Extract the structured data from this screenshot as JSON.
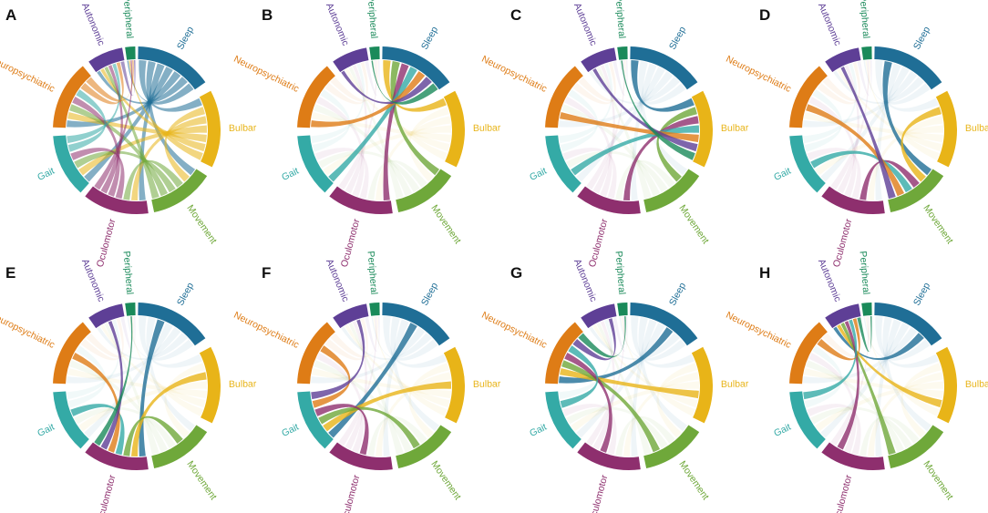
{
  "categories": [
    {
      "id": "sleep",
      "label": "Sleep",
      "color": "#1f6e96"
    },
    {
      "id": "bulbar",
      "label": "Bulbar",
      "color": "#e8b418"
    },
    {
      "id": "movement",
      "label": "Movement",
      "color": "#6fa83a"
    },
    {
      "id": "oculomotor",
      "label": "Oculomotor",
      "color": "#8e2f6e"
    },
    {
      "id": "gait",
      "label": "Gait",
      "color": "#34aaa6"
    },
    {
      "id": "neuropsychiatric",
      "label": "Neuropsychiatric",
      "color": "#de7c16"
    },
    {
      "id": "autonomic",
      "label": "Autonomic",
      "color": "#5e3f96"
    },
    {
      "id": "peripheral",
      "label": "Peripheral",
      "color": "#1a8a5a"
    }
  ],
  "panels": [
    {
      "letter": "A",
      "highlight": "all"
    },
    {
      "letter": "B",
      "highlight": "sleep"
    },
    {
      "letter": "C",
      "highlight": "bulbar"
    },
    {
      "letter": "D",
      "highlight": "movement"
    },
    {
      "letter": "E",
      "highlight": "oculomotor"
    },
    {
      "letter": "F",
      "highlight": "gait"
    },
    {
      "letter": "G",
      "highlight": "neuropsychiatric"
    },
    {
      "letter": "H",
      "highlight": "autonomic"
    }
  ],
  "links": [
    [
      "sleep",
      "bulbar"
    ],
    [
      "sleep",
      "movement"
    ],
    [
      "sleep",
      "oculomotor"
    ],
    [
      "sleep",
      "gait"
    ],
    [
      "sleep",
      "neuropsychiatric"
    ],
    [
      "sleep",
      "autonomic"
    ],
    [
      "sleep",
      "peripheral"
    ],
    [
      "bulbar",
      "movement"
    ],
    [
      "bulbar",
      "oculomotor"
    ],
    [
      "bulbar",
      "gait"
    ],
    [
      "bulbar",
      "neuropsychiatric"
    ],
    [
      "bulbar",
      "autonomic"
    ],
    [
      "bulbar",
      "peripheral"
    ],
    [
      "movement",
      "oculomotor"
    ],
    [
      "movement",
      "gait"
    ],
    [
      "movement",
      "neuropsychiatric"
    ],
    [
      "movement",
      "autonomic"
    ],
    [
      "oculomotor",
      "gait"
    ],
    [
      "oculomotor",
      "neuropsychiatric"
    ],
    [
      "oculomotor",
      "autonomic"
    ],
    [
      "oculomotor",
      "peripheral"
    ],
    [
      "gait",
      "neuropsychiatric"
    ],
    [
      "gait",
      "autonomic"
    ],
    [
      "neuropsychiatric",
      "autonomic"
    ],
    [
      "neuropsychiatric",
      "peripheral"
    ],
    [
      "autonomic",
      "peripheral"
    ]
  ]
}
